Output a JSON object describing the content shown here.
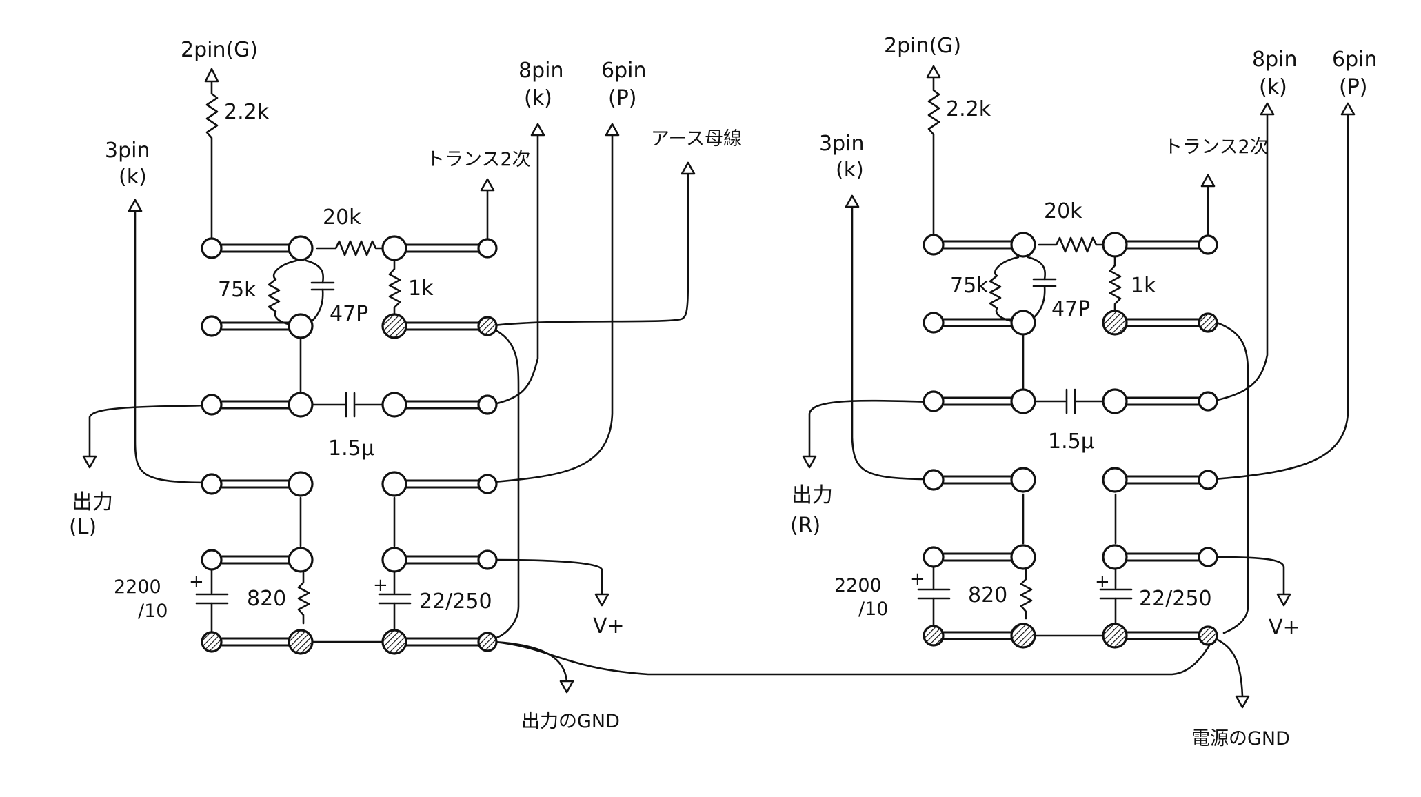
{
  "left": {
    "pin2": "2pin(G)",
    "pin3": "3pin",
    "pin3_sub": "(k)",
    "pin8": "8pin",
    "pin8_sub": "(k)",
    "pin6": "6pin",
    "pin6_sub": "(P)",
    "r_grid": "2.2k",
    "r_20k": "20k",
    "r_75k": "75k",
    "c_47p": "47P",
    "r_1k": "1k",
    "c_coupling": "1.5μ",
    "c_2200": "2200",
    "c_2200_v": "/10",
    "r_820": "820",
    "c_22": "22/250",
    "trans": "トランス2次",
    "earth": "アース母線",
    "out": "出力",
    "out_ch": "(L)",
    "vplus": "V+",
    "gnd": "出力のGND",
    "plus1": "+",
    "plus2": "+"
  },
  "right": {
    "pin2": "2pin(G)",
    "pin3": "3pin",
    "pin3_sub": "(k)",
    "pin8": "8pin",
    "pin8_sub": "(k)",
    "pin6": "6pin",
    "pin6_sub": "(P)",
    "r_grid": "2.2k",
    "r_20k": "20k",
    "r_75k": "75k",
    "c_47p": "47P",
    "r_1k": "1k",
    "c_coupling": "1.5μ",
    "c_2200": "2200",
    "c_2200_v": "/10",
    "r_820": "820",
    "c_22": "22/250",
    "trans": "トランス2次",
    "out": "出力",
    "out_ch": "(R)",
    "vplus": "V+",
    "gnd": "電源のGND",
    "plus1": "+",
    "plus2": "+"
  }
}
